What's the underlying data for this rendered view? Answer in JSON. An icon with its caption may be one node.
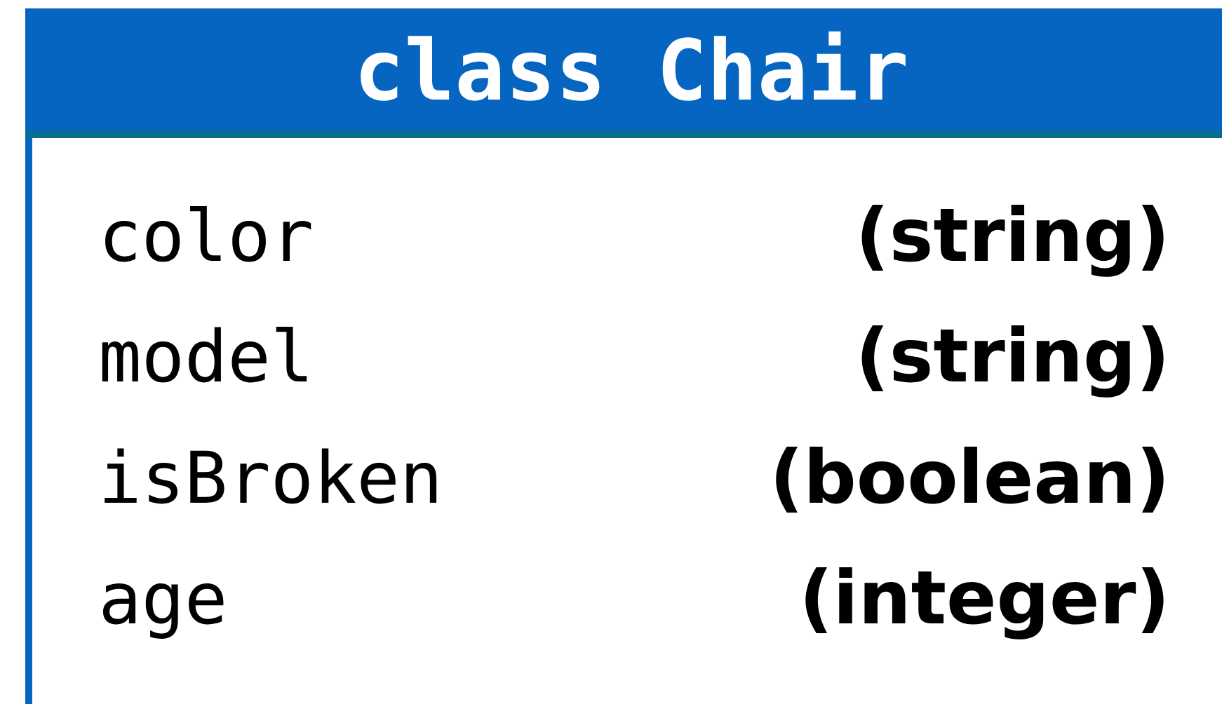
{
  "diagram": {
    "nodes": [
      {
        "text": [
          "class Chair",
          "color",
          "(string)",
          "model",
          "(string)",
          "isBroken",
          "(boolean)",
          "age",
          "(integer)"
        ]
      }
    ]
  }
}
